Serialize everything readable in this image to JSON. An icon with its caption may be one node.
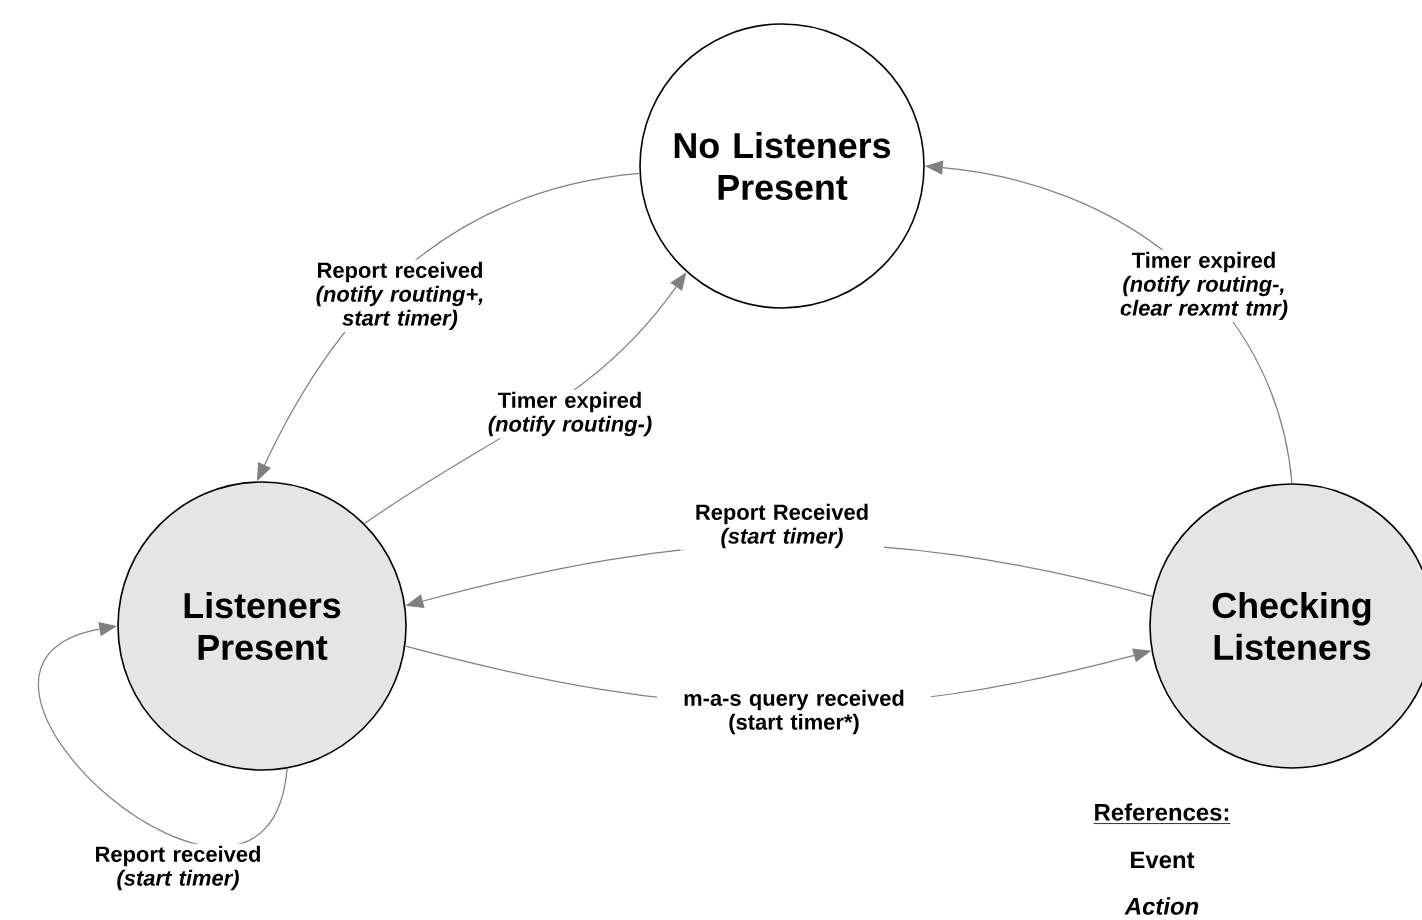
{
  "diagram": {
    "nodes": [
      {
        "text": [
          "No Listeners Present"
        ]
      },
      {
        "text": [
          "Listeners Present"
        ]
      },
      {
        "text": [
          "Checking Listeners"
        ]
      }
    ],
    "edges": [
      {
        "from": 0,
        "to": 1,
        "arrow": "to",
        "label": "Report received *(notify routing+, start timer)*"
      },
      {
        "from": 1,
        "to": 0,
        "arrow": "to",
        "label": "Timer expired *(notify routing-)*"
      },
      {
        "from": 2,
        "to": 0,
        "arrow": "to",
        "label": "Timer expired *(notify routing-, clear rexmt tmr)*"
      },
      {
        "from": 2,
        "to": 1,
        "arrow": "to",
        "label": "Report Received *(start timer)*"
      },
      {
        "from": 1,
        "to": 2,
        "arrow": "to",
        "label": "m-a-s query received (start timer*)"
      },
      {
        "from": 1,
        "to": 1,
        "arrow": "to",
        "label": "Report received *(start timer)*"
      }
    ],
    "labels": [
      "References:",
      "Event",
      "Action"
    ]
  }
}
